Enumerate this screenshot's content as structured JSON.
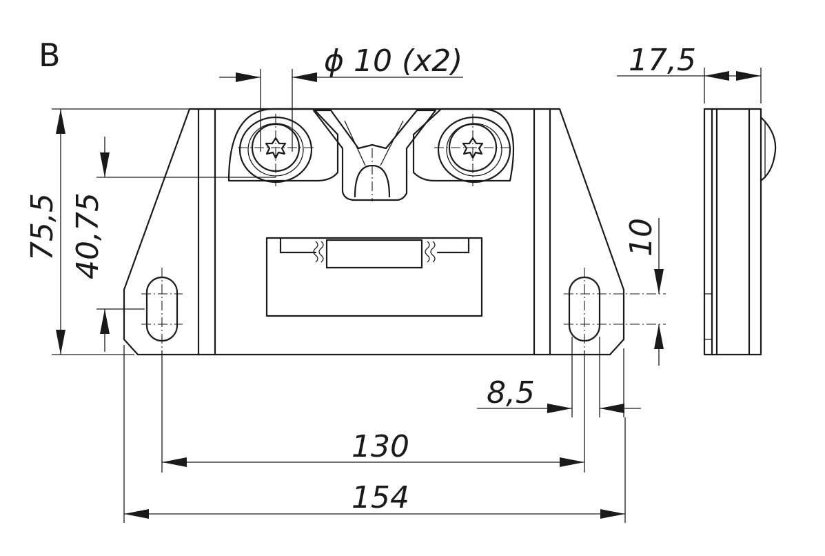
{
  "view_label": "B",
  "dimensions": {
    "hole_diameter": "ϕ 10 (x2)",
    "depth": "17,5",
    "height_total": "75,5",
    "height_center": "40,75",
    "slot_length": "10",
    "edge_offset": "8,5",
    "hole_spacing": "130",
    "overall_width": "154"
  }
}
